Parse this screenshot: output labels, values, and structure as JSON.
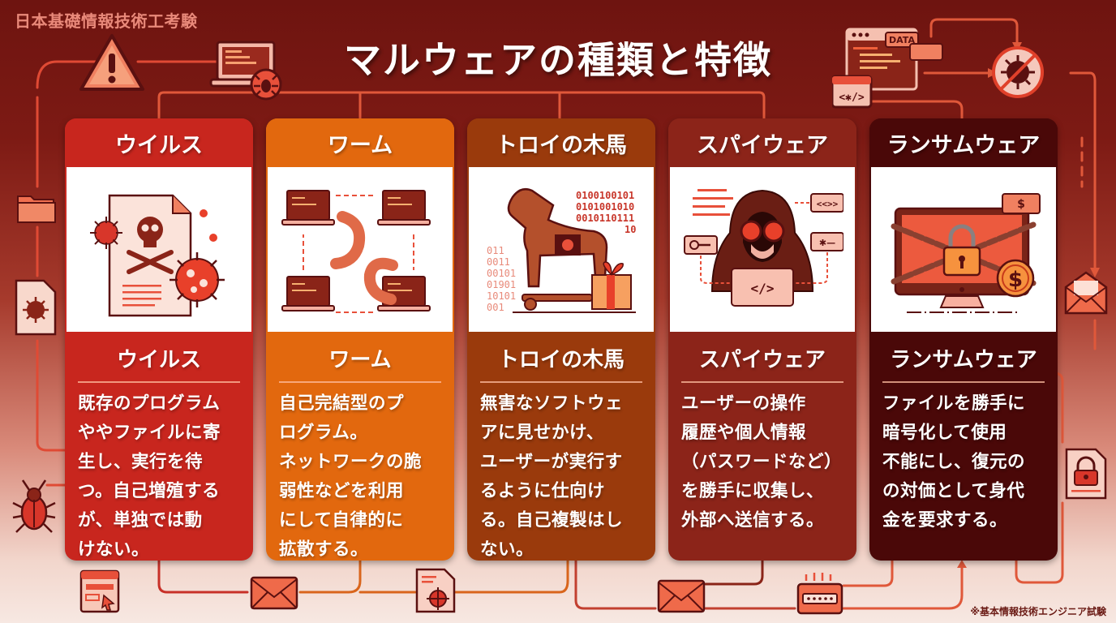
{
  "header": {
    "watermark": "日本基礎情報技術工考験",
    "title": "マルウェアの種類と特徴"
  },
  "footer": {
    "note": "※基本情報技術エンジニア試験"
  },
  "colors": {
    "virus": "#c8261e",
    "worm": "#e2680e",
    "trojan": "#9a3a0c",
    "spyware": "#8c2419",
    "ransomware": "#4a0808",
    "accent_line": "#e8503a"
  },
  "cards": [
    {
      "id": "virus",
      "header": "ウイルス",
      "subtitle": "ウイルス",
      "illustration": "skull-document-virus-icon",
      "description": "既存のプログラム\nややファイルに寄\n生し、実行を待\nつ。自己増殖する\nが、単独では動\nけない。"
    },
    {
      "id": "worm",
      "header": "ワーム",
      "subtitle": "ワーム",
      "illustration": "worm-network-laptops-icon",
      "description": "自己完結型のプ\nログラム。\nネットワークの脆\n弱性などを利用\nにして自律的に\n拡散する。"
    },
    {
      "id": "trojan",
      "header": "トロイの木馬",
      "subtitle": "トロイの木馬",
      "illustration": "trojan-horse-gift-icon",
      "binary": [
        "0100100101",
        "0101001010",
        "0010110111",
        "10"
      ],
      "description": "無害なソフトウェ\nアに見せかけ、\nユーザーが実行す\nるように仕向け\nる。自己複製はし\nない。"
    },
    {
      "id": "spyware",
      "header": "スパイウェア",
      "subtitle": "スパイウェア",
      "illustration": "hooded-spy-binoculars-icon",
      "bubbles": [
        "<·>",
        "✱—"
      ],
      "code_label": "</>",
      "description": "ユーザーの操作\n履歴や個人情報\n（パスワードなど）\nを勝手に収集し、\n外部へ送信する。"
    },
    {
      "id": "ransomware",
      "header": "ランサムウェア",
      "subtitle": "ランサムウェア",
      "illustration": "locked-monitor-chains-icon",
      "currency": "$",
      "description": "ファイルを勝手に\n暗号化して使用\n不能にし、復元の\nの対価として身代\n金を要求する。"
    }
  ],
  "decorations": {
    "data_label": "DATA",
    "code_tag": "<✱/>"
  }
}
